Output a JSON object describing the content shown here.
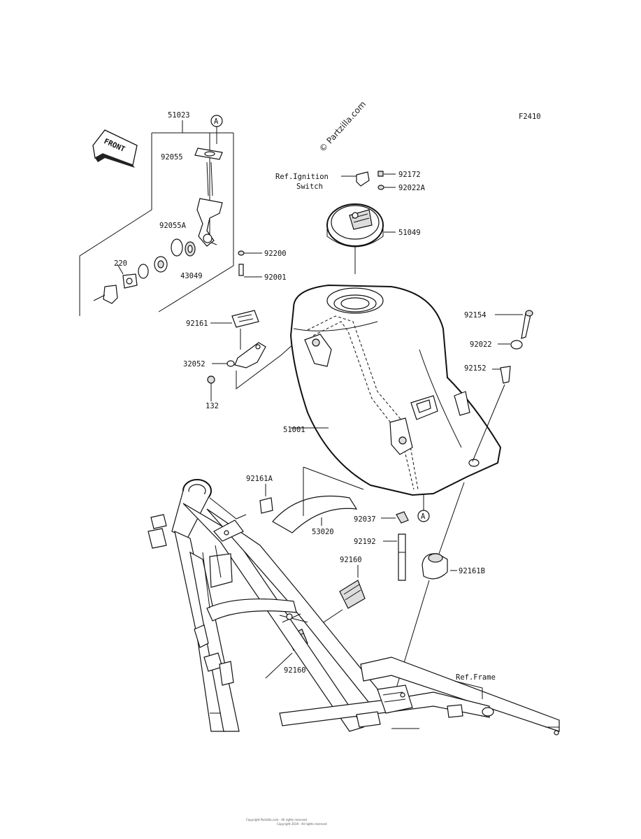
{
  "diagram": {
    "code": "F2410",
    "watermark": "© Partzilla.com",
    "front_badge": "FRONT",
    "refs": {
      "ignition_line1": "Ref.Ignition",
      "ignition_line2": "Switch",
      "frame": "Ref.Frame"
    },
    "callout_a": "A",
    "parts": {
      "p51023": "51023",
      "p92055": "92055",
      "p92055A": "92055A",
      "p220": "220",
      "p43049": "43049",
      "p92200": "92200",
      "p92001": "92001",
      "p92161": "92161",
      "p32052": "32052",
      "p132": "132",
      "p92172": "92172",
      "p92022A": "92022A",
      "p51049": "51049",
      "p92154": "92154",
      "p92022": "92022",
      "p92152": "92152",
      "p51001": "51001",
      "p92161A": "92161A",
      "p53020": "53020",
      "p92037": "92037",
      "p92192": "92192",
      "p92160a": "92160",
      "p92160b": "92160",
      "p92161B": "92161B"
    },
    "footer": {
      "line1": "Copyright Partzilla.com - All rights reserved",
      "line2": "Copyright 2019 - All rights reserved"
    }
  }
}
